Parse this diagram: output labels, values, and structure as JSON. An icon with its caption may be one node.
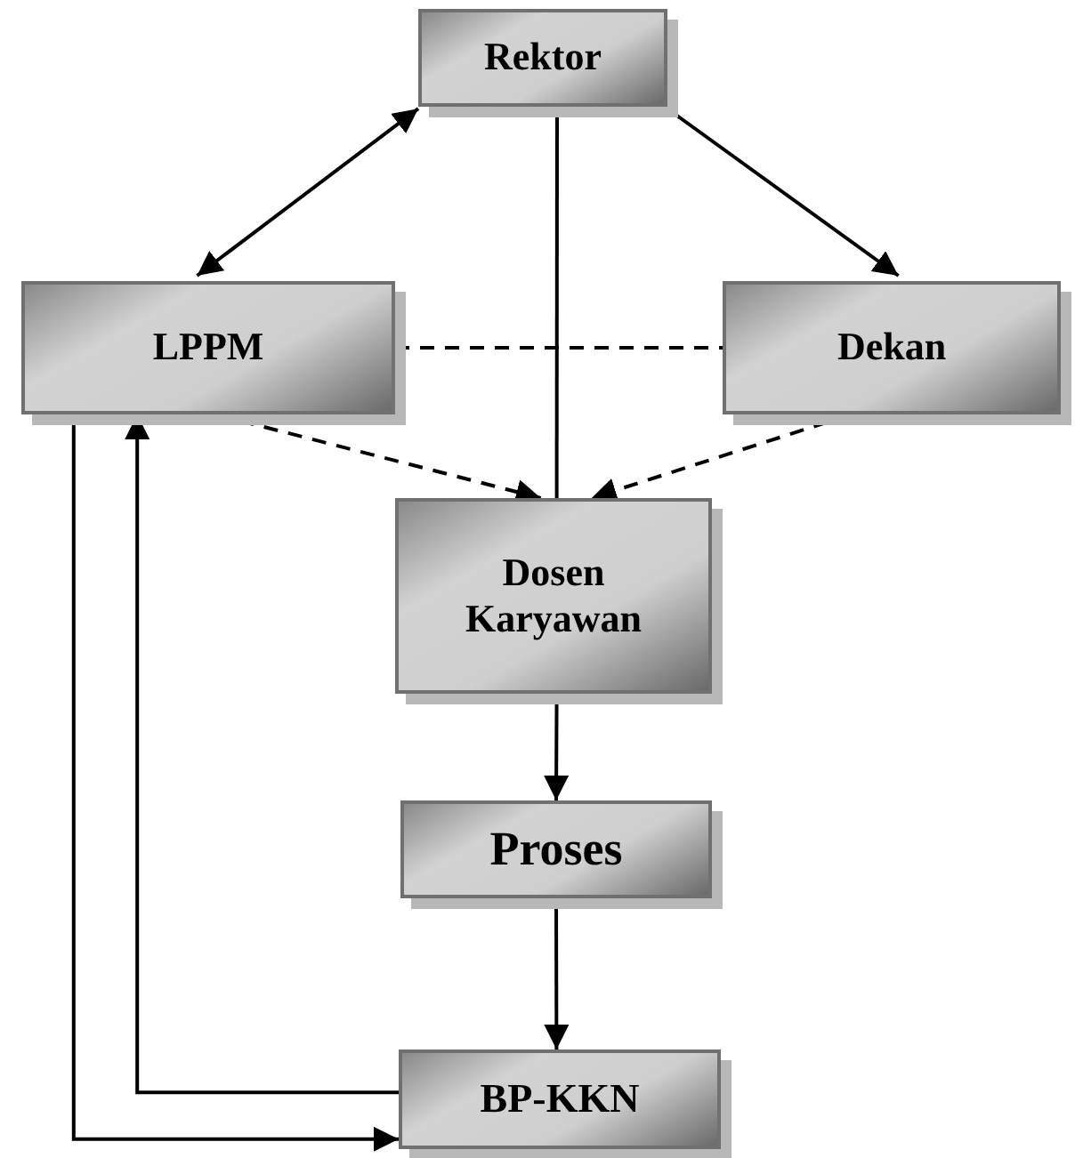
{
  "diagram": {
    "nodes": [
      {
        "text": [
          "Rektor"
        ]
      },
      {
        "text": [
          "LPPM"
        ]
      },
      {
        "text": [
          "Dekan"
        ]
      },
      {
        "text": [
          "Dosen Karyawan"
        ]
      },
      {
        "text": [
          "Proses"
        ]
      },
      {
        "text": [
          "BP-KKN"
        ]
      }
    ],
    "edges": [
      {
        "from": 0,
        "to": 1,
        "arrow": "both"
      },
      {
        "from": 0,
        "to": 2,
        "arrow": "to"
      },
      {
        "from": 0,
        "to": 3,
        "arrow": "none"
      },
      {
        "from": 1,
        "to": 2,
        "arrow": "none",
        "style": "dashed"
      },
      {
        "from": 1,
        "to": 3,
        "arrow": "to",
        "style": "dashed"
      },
      {
        "from": 2,
        "to": 3,
        "arrow": "to",
        "style": "dashed"
      },
      {
        "from": 3,
        "to": 4,
        "arrow": "to"
      },
      {
        "from": 4,
        "to": 5,
        "arrow": "to"
      },
      {
        "from": 5,
        "to": 1,
        "arrow": "to"
      },
      {
        "from": 1,
        "to": 5,
        "arrow": "to"
      }
    ]
  }
}
